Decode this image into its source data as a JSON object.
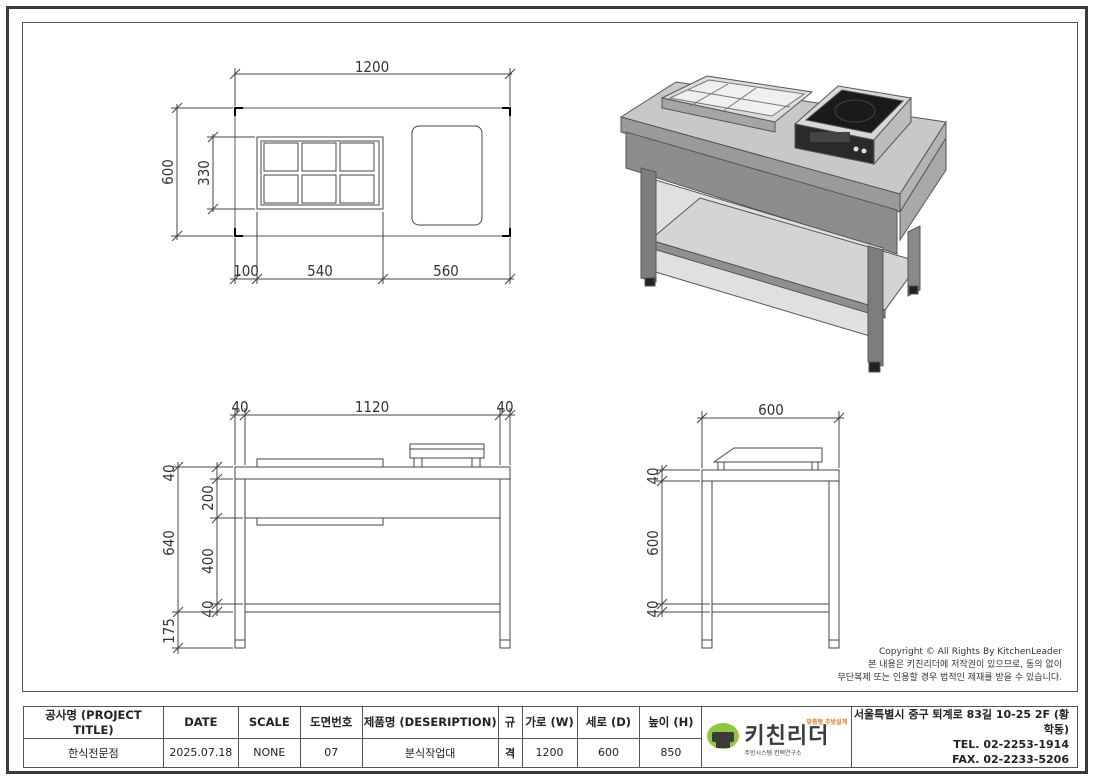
{
  "dimensions": {
    "top_overall": "1200",
    "top_depth": "600",
    "top_well_depth": "330",
    "top_offset": "100",
    "top_well_width": "540",
    "top_cooktop_width": "560",
    "front_left_leg": "40",
    "front_inner": "1120",
    "front_right_leg": "40",
    "front_top_thk": "40",
    "front_apron": "200",
    "front_total": "640",
    "front_lower": "400",
    "front_shelf_thk": "40",
    "front_foot": "175",
    "side_depth": "600",
    "side_top_thk": "40",
    "side_height": "600",
    "side_shelf_thk": "40"
  },
  "copyright": {
    "line1": "Copyright © All Rights By KitchenLeader",
    "line2": "본 내용은 키친리더에 저작권이 있으므로, 동의 없이",
    "line3": "무단복제 또는 인용할 경우 법적인 제재를 받을 수 있습니다."
  },
  "title_block": {
    "headers": {
      "project": "공사명 (PROJECT TITLE)",
      "date": "DATE",
      "scale": "SCALE",
      "drawing_no": "도면번호",
      "product": "제품명 (DESERIPTION)",
      "spec_top": "규",
      "spec_bottom": "격",
      "width": "가로 (W)",
      "depth": "세로 (D)",
      "height": "높이 (H)"
    },
    "values": {
      "project": "한식전문점",
      "date": "2025.07.18",
      "scale": "NONE",
      "drawing_no": "07",
      "product": "분식작업대",
      "width": "1200",
      "depth": "600",
      "height": "850"
    },
    "logo": {
      "name": "키친리더",
      "tagline": "맞춤형 주방설계",
      "subtitle": "주방시스템 컨택연구소"
    },
    "address": "서울특별시 중구 퇴계로 83길 10-25 2F (황학동)",
    "tel": "TEL. 02-2253-1914",
    "fax": "FAX. 02-2233-5206"
  }
}
